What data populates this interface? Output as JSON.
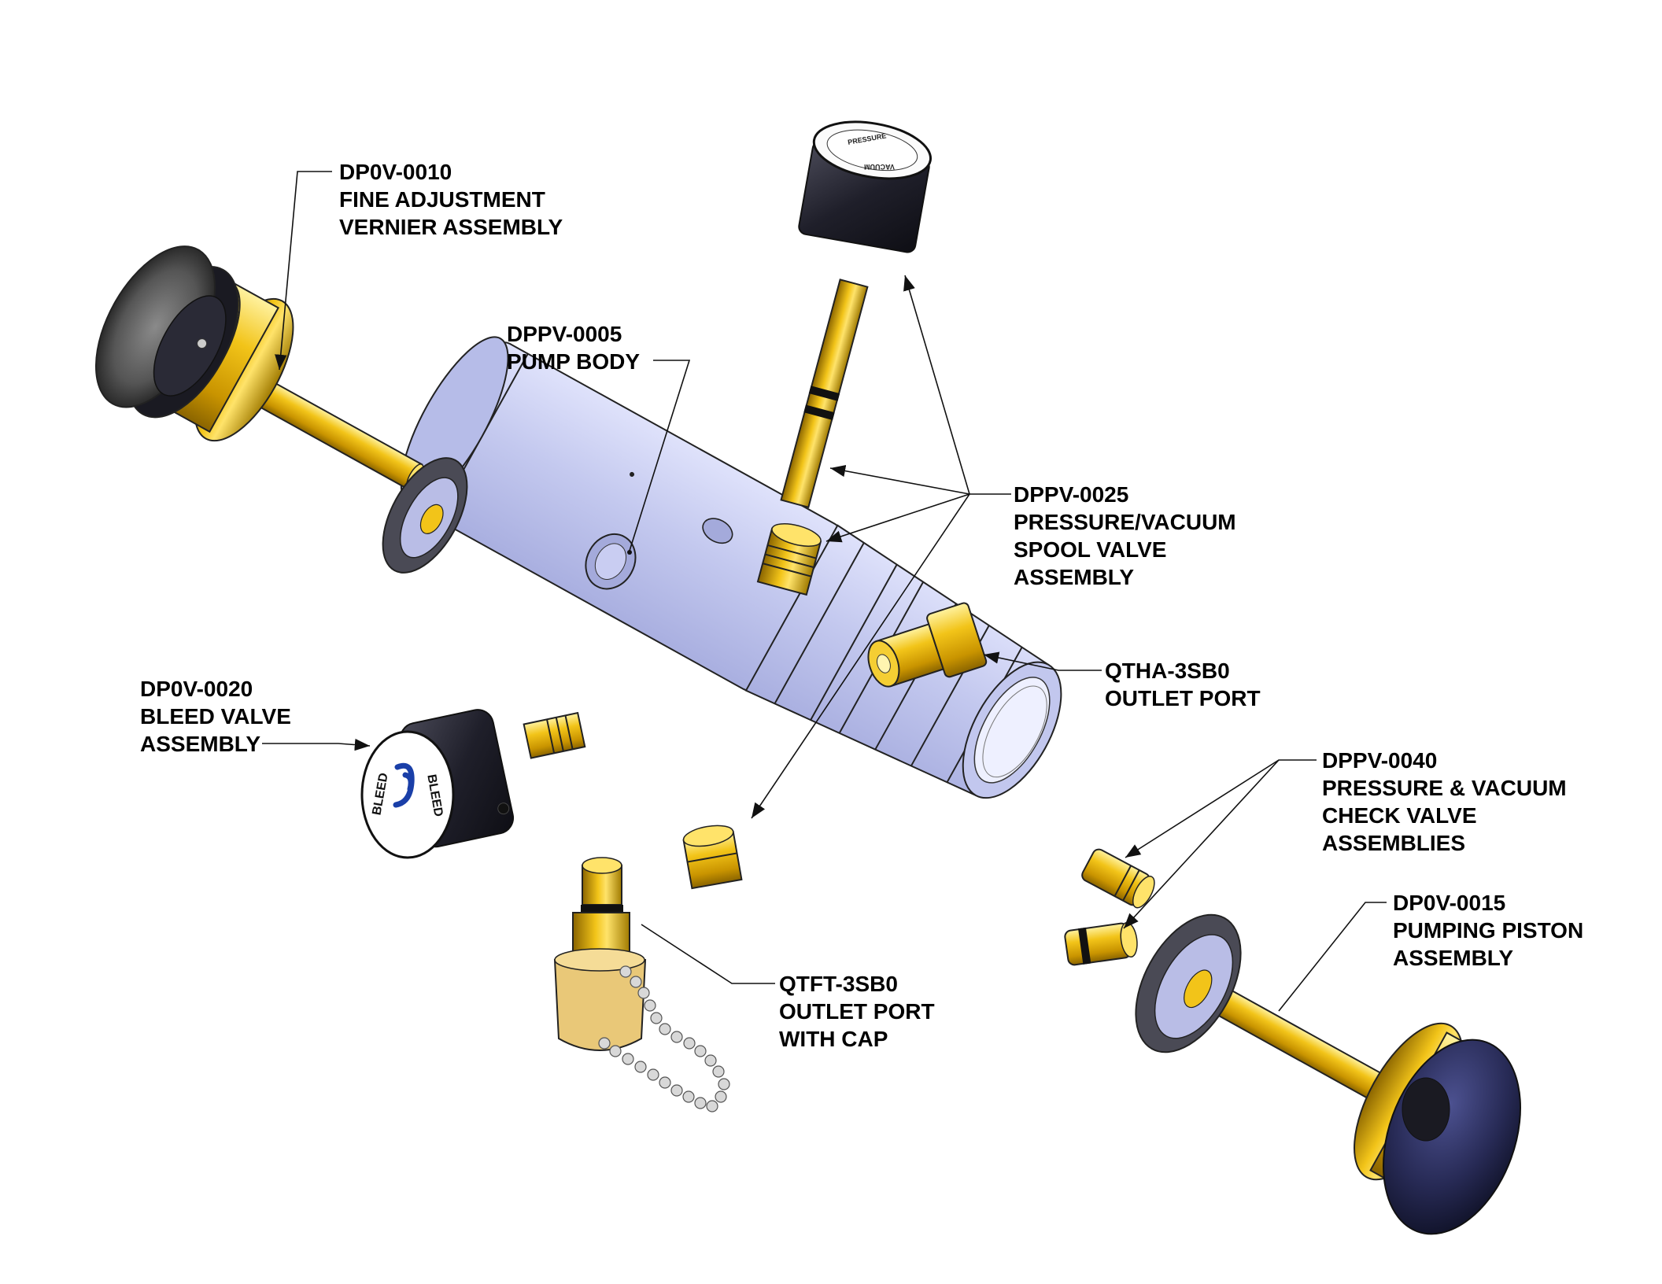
{
  "callouts": {
    "vernier": {
      "code": "DP0V-0010",
      "line1": "FINE ADJUSTMENT",
      "line2": "VERNIER ASSEMBLY"
    },
    "pump_body": {
      "code": "DPPV-0005",
      "line1": "PUMP BODY"
    },
    "spool_valve": {
      "code": "DPPV-0025",
      "line1": "PRESSURE/VACUUM",
      "line2": "SPOOL VALVE",
      "line3": "ASSEMBLY"
    },
    "qtha": {
      "code": "QTHA-3SB0",
      "line1": "OUTLET PORT"
    },
    "bleed_valve": {
      "code": "DP0V-0020",
      "line1": "BLEED VALVE",
      "line2": "ASSEMBLY"
    },
    "check_valve": {
      "code": "DPPV-0040",
      "line1": "PRESSURE & VACUUM",
      "line2": "CHECK VALVE",
      "line3": "ASSEMBLIES"
    },
    "piston": {
      "code": "DP0V-0015",
      "line1": "PUMPING PISTON",
      "line2": "ASSEMBLY"
    },
    "qtft": {
      "code": "QTFT-3SB0",
      "line1": "OUTLET PORT",
      "line2": "WITH CAP"
    }
  },
  "part_markings": {
    "bleed_knob": "BLEED",
    "spool_knob_1": "PRESSURE",
    "spool_knob_2": "VACUUM"
  },
  "colors": {
    "brass": "#e8b90a",
    "brass_dark": "#a07a00",
    "body": "#c6cbee",
    "knob": "#1f1f2a",
    "piston_knob": "#2a2d55"
  }
}
